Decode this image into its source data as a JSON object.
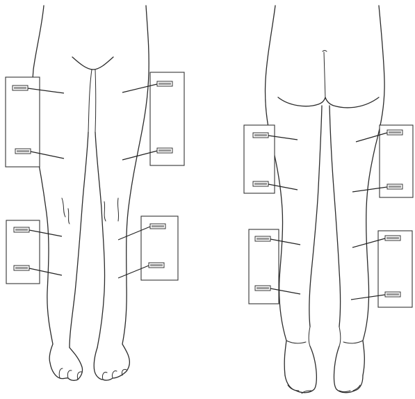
{
  "figure": {
    "views": [
      {
        "id": "front",
        "pads": 4,
        "electrodes": 8
      },
      {
        "id": "back",
        "pads": 4,
        "electrodes": 8
      }
    ],
    "colors": {
      "ink": "#2b2b2b",
      "paper": "#ffffff",
      "electrode": "#9a9a9a"
    },
    "text": []
  }
}
